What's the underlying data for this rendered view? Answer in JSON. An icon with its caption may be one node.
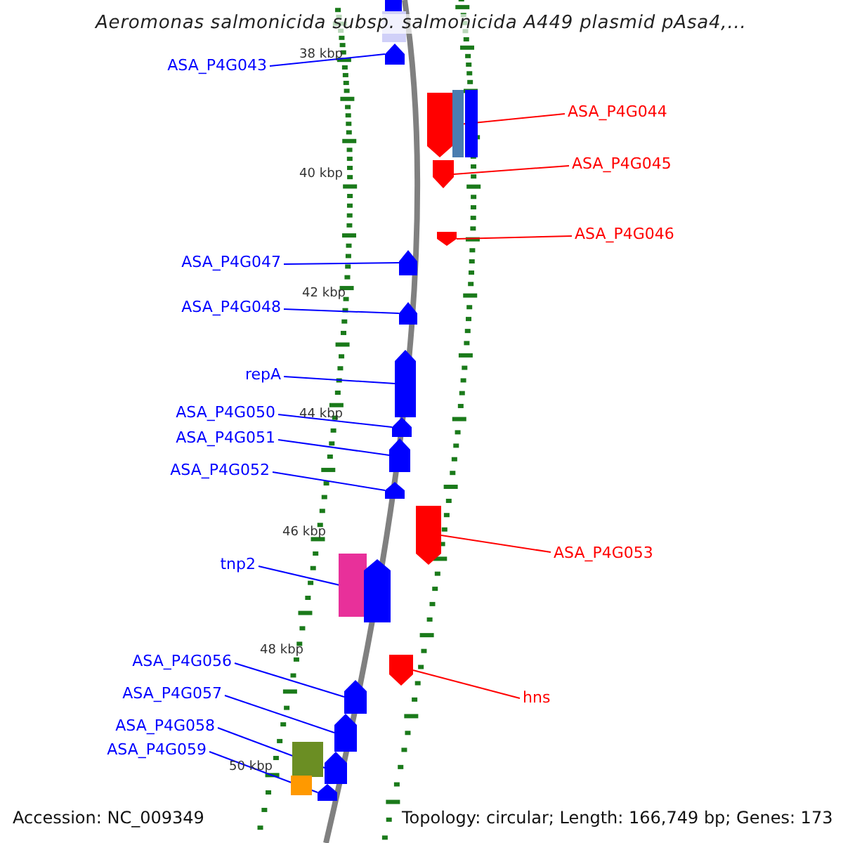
{
  "diagram": {
    "title": "Aeromonas salmonicida subsp. salmonicida A449 plasmid pAsa4,...",
    "nodes": [
      {
        "text": [
          "ASA_P4G043"
        ]
      },
      {
        "text": [
          "ASA_P4G044"
        ]
      },
      {
        "text": [
          "ASA_P4G045"
        ]
      },
      {
        "text": [
          "ASA_P4G046"
        ]
      },
      {
        "text": [
          "ASA_P4G047"
        ]
      },
      {
        "text": [
          "ASA_P4G048"
        ]
      },
      {
        "text": [
          "repA"
        ]
      },
      {
        "text": [
          "ASA_P4G050"
        ]
      },
      {
        "text": [
          "ASA_P4G051"
        ]
      },
      {
        "text": [
          "ASA_P4G052"
        ]
      },
      {
        "text": [
          "ASA_P4G053"
        ]
      },
      {
        "text": [
          "tnp2"
        ]
      },
      {
        "text": [
          "ASA_P4G056"
        ]
      },
      {
        "text": [
          "hns"
        ]
      },
      {
        "text": [
          "ASA_P4G057"
        ]
      },
      {
        "text": [
          "ASA_P4G058"
        ]
      },
      {
        "text": [
          "ASA_P4G059"
        ]
      },
      {
        "text": [],
        "shape": "box"
      },
      {
        "text": [],
        "shape": "box"
      },
      {
        "text": [],
        "shape": "arrow"
      },
      {
        "text": [],
        "shape": "arrow"
      },
      {
        "text": [],
        "shape": "box"
      },
      {
        "text": [],
        "shape": "box"
      },
      {
        "text": [],
        "shape": "arrow"
      },
      {
        "text": [],
        "shape": "arrow"
      },
      {
        "text": [],
        "shape": "arrow"
      },
      {
        "text": [],
        "shape": "arrow"
      },
      {
        "text": [],
        "shape": "arrow"
      },
      {
        "text": [],
        "shape": "arrow"
      },
      {
        "text": [],
        "shape": "arrow"
      },
      {
        "text": [],
        "shape": "arrow"
      },
      {
        "text": [],
        "shape": "arrow"
      },
      {
        "text": [],
        "shape": "box"
      },
      {
        "text": [],
        "shape": "arrow"
      },
      {
        "text": [],
        "shape": "arrow"
      },
      {
        "text": [],
        "shape": "arrow"
      },
      {
        "text": [],
        "shape": "arrow"
      },
      {
        "text": [],
        "shape": "arrow"
      },
      {
        "text": [],
        "shape": "arrow"
      },
      {
        "text": [],
        "shape": "box"
      },
      {
        "text": [],
        "shape": "box"
      }
    ],
    "edges": [
      {
        "from": 0,
        "to": 19,
        "arrow": "none"
      },
      {
        "from": 1,
        "to": 20,
        "arrow": "none",
        "color": "#ff0000"
      },
      {
        "from": 2,
        "to": 23,
        "arrow": "none",
        "color": "#ff0000"
      },
      {
        "from": 3,
        "to": 24,
        "arrow": "none",
        "color": "#ff0000"
      },
      {
        "from": 4,
        "to": 25,
        "arrow": "none"
      },
      {
        "from": 5,
        "to": 26,
        "arrow": "none"
      },
      {
        "from": 6,
        "to": 27,
        "arrow": "none"
      },
      {
        "from": 7,
        "to": 28,
        "arrow": "none"
      },
      {
        "from": 8,
        "to": 29,
        "arrow": "none"
      },
      {
        "from": 9,
        "to": 30,
        "arrow": "none"
      },
      {
        "from": 10,
        "to": 31,
        "arrow": "none",
        "color": "#ff0000"
      },
      {
        "from": 11,
        "to": 33,
        "arrow": "none"
      },
      {
        "from": 12,
        "to": 35,
        "arrow": "none"
      },
      {
        "from": 13,
        "to": 34,
        "arrow": "none",
        "color": "#ff0000"
      },
      {
        "from": 14,
        "to": 36,
        "arrow": "none"
      },
      {
        "from": 15,
        "to": 37,
        "arrow": "none"
      },
      {
        "from": 16,
        "to": 38,
        "arrow": "none"
      }
    ],
    "labels": [
      "38 kbp",
      "40 kbp",
      "42 kbp",
      "44 kbp",
      "46 kbp",
      "48 kbp",
      "50 kbp",
      "Accession: NC_009349",
      "Topology: circular; Length: 166,749 bp; Genes: 173"
    ]
  }
}
